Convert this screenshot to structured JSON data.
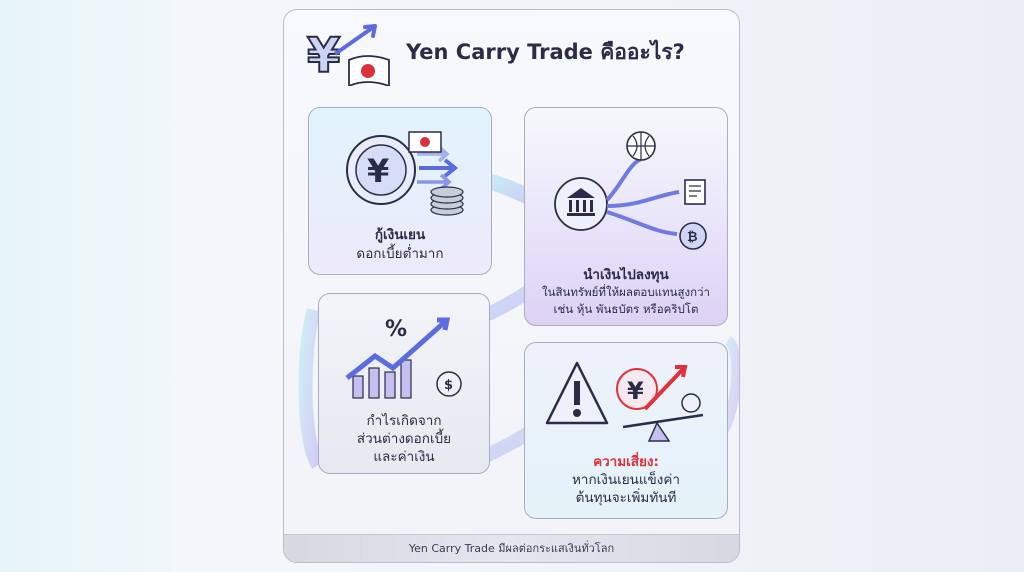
{
  "title": "Yen Carry Trade คืออะไร?",
  "steps": [
    {
      "line1": "กู้เงินเยน",
      "line2": "ดอกเบี้ยต่ำมาก"
    },
    {
      "heading": "นำเงินไปลงทุน",
      "line1": "ในสินทรัพย์ที่ให้ผลตอบแทนสูงกว่า",
      "line2": "เช่น หุ้น พันธบัตร หรือคริปโต"
    },
    {
      "line1": "กำไรเกิดจาก",
      "line2": "ส่วนต่างดอกเบี้ย",
      "line3": "และค่าเงิน"
    },
    {
      "heading": "ความเสี่ยง:",
      "line1": "หากเงินเยนแข็งค่า",
      "line2": "ต้นทุนจะเพิ่มทันที"
    }
  ],
  "footer": "Yen Carry Trade มีผลต่อกระแสเงินทั่วโลก",
  "colors": {
    "accent": "#5b6be0",
    "lavender": "#b9a6f2",
    "cyan": "#8fd8ee",
    "danger": "#e0323d",
    "ink": "#2b2d48"
  }
}
